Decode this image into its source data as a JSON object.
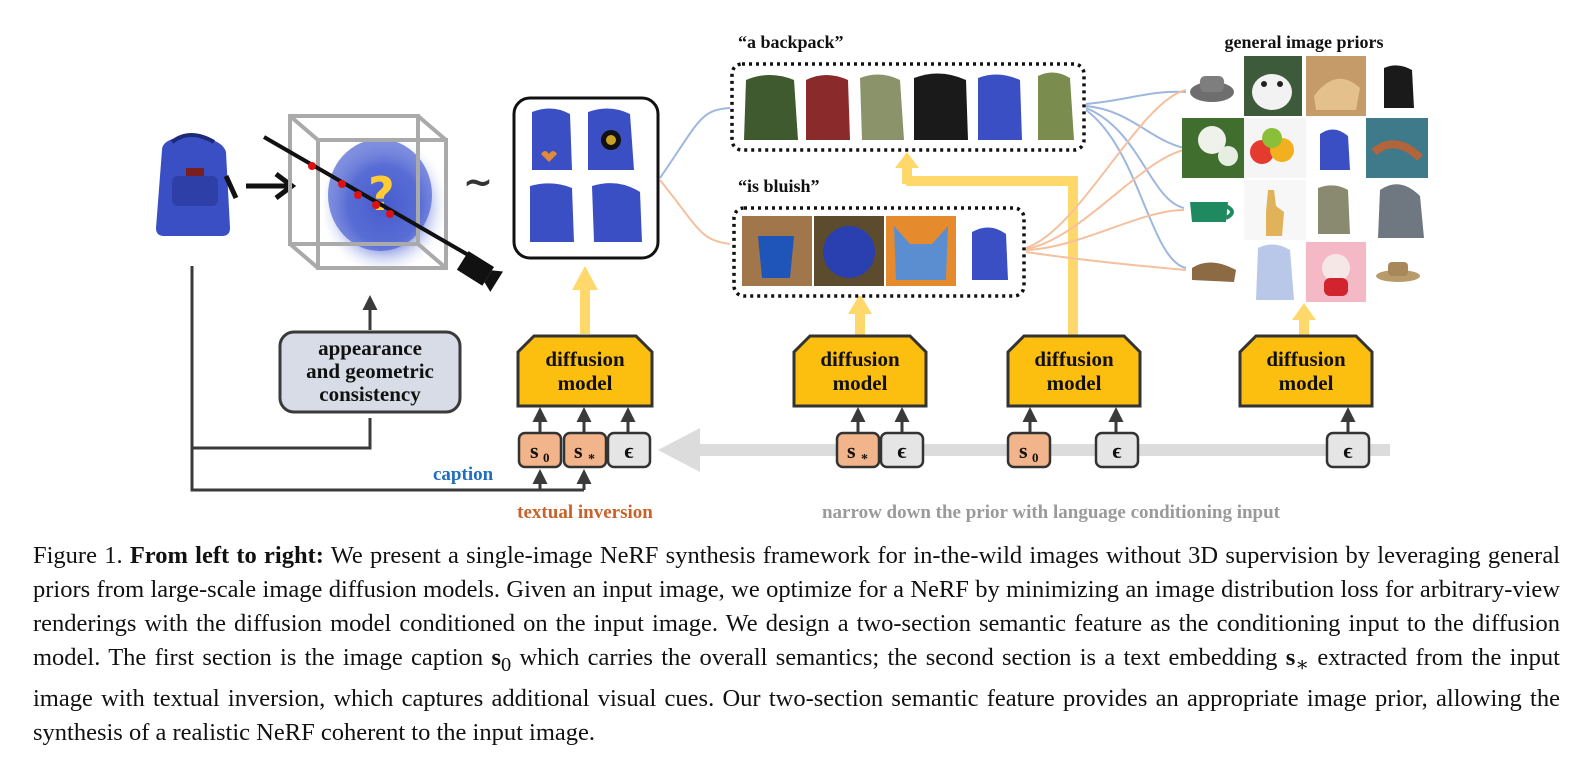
{
  "figure": {
    "quote_backpack": "“a backpack”",
    "quote_bluish": "“is bluish”",
    "priors_title": "general image priors",
    "consistency_lines": [
      "appearance",
      "and geometric",
      "consistency"
    ],
    "tilde": "~",
    "question_mark": "?",
    "diffusion_line1": "diffusion",
    "diffusion_line2": "model",
    "caption_label": "caption",
    "textual_inversion_label": "textual inversion",
    "narrow_label": "narrow down the prior with language conditioning input",
    "token_s": "s",
    "token_sub0": "0",
    "token_substar": "*",
    "token_eps": "ϵ",
    "colors": {
      "diffusion_fill": "#fdbf0f",
      "token_fill": "#f2b48a",
      "token_eps_fill": "#e5e5e5",
      "consistency_fill": "#d7dce6",
      "caption_blue": "#1f6fbf",
      "inversion_orange": "#c8622a",
      "narrow_gray": "#9a9a9a",
      "flow_yellow": "#ffd86b",
      "link_blue": "#9db7de",
      "link_orange": "#f5c09e"
    }
  },
  "caption": {
    "prefix": "Figure 1.",
    "bold": "From left to right:",
    "seg1": " We present a single-image NeRF synthesis framework for in-the-wild images without 3D supervision by leveraging general priors from large-scale image diffusion models. Given an input image, we optimize for a NeRF by minimizing an image distribution loss for arbitrary-view renderings with the diffusion model conditioned on the input image. We design a two-section semantic feature as the conditioning input to the diffusion model. The first section is the image caption ",
    "s": "s",
    "sub0": "0",
    "seg2": " which carries the overall semantics; the second section is a text embedding ",
    "substar": "∗",
    "seg3": " extracted from the input image with textual inversion, which captures additional visual cues. Our two-section semantic feature provides an appropriate image prior, allowing the synthesis of a realistic NeRF coherent to the input image."
  }
}
